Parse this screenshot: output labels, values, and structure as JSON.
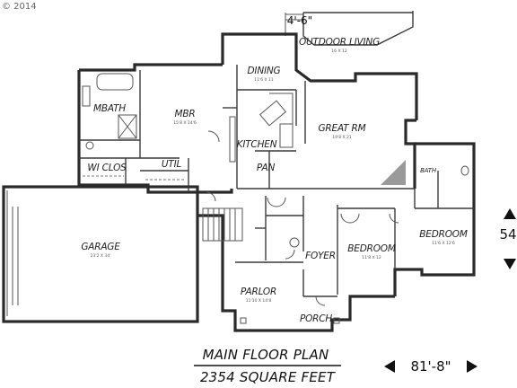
{
  "watermark": "© 2014",
  "plan": {
    "title": "MAIN FLOOR PLAN",
    "area": "2354 SQUARE FEET",
    "dim_top": "4'-6\"",
    "dim_width": "81'-8\"",
    "dim_depth": "54",
    "rooms": {
      "outdoor_living": "OUTDOOR LIVING",
      "outdoor_living_size": "16 X 12",
      "dining": "DINING",
      "dining_size": "11'6 X 11",
      "mbath": "MBATH",
      "mbr": "MBR",
      "mbr_size": "15'8 X 14'6",
      "great_rm": "GREAT RM",
      "great_rm_size": "19'8 X 21",
      "kitchen": "KITCHEN",
      "wi_clos": "WI CLOS",
      "util": "UTIL",
      "pan": "PAN",
      "bath": "BATH",
      "garage": "GARAGE",
      "garage_size": "23'2 X 34'",
      "foyer": "FOYER",
      "bedroom_1": "BEDROOM",
      "bedroom_1_size": "11'8 X 12",
      "bedroom_2": "BEDROOM",
      "bedroom_2_size": "11'6 X 12'6",
      "parlor": "PARLOR",
      "parlor_size": "11'10 X 14'8",
      "porch": "PORCH"
    }
  }
}
